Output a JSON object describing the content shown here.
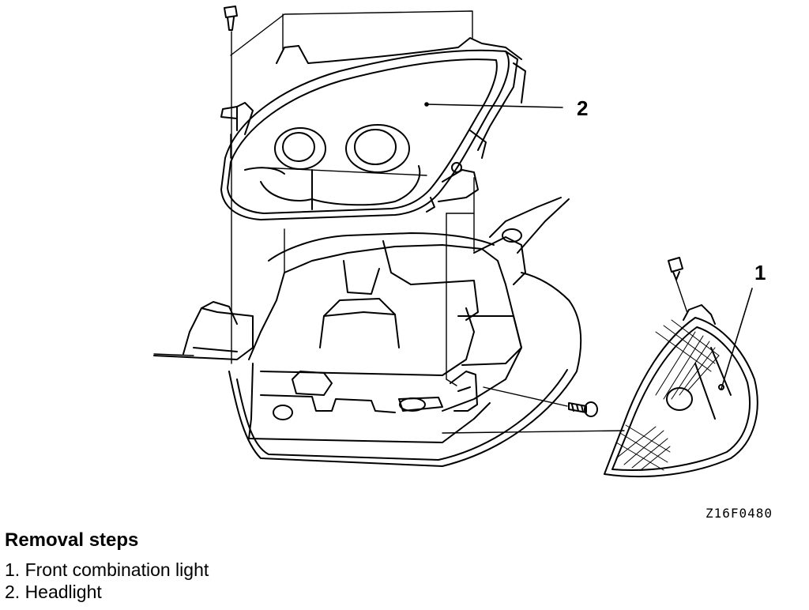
{
  "figure": {
    "callouts": [
      {
        "label": "2"
      },
      {
        "label": "1"
      }
    ],
    "code": "Z16F0480"
  },
  "steps": {
    "title": "Removal steps",
    "items": [
      "1. Front combination light",
      "2. Headlight"
    ]
  }
}
